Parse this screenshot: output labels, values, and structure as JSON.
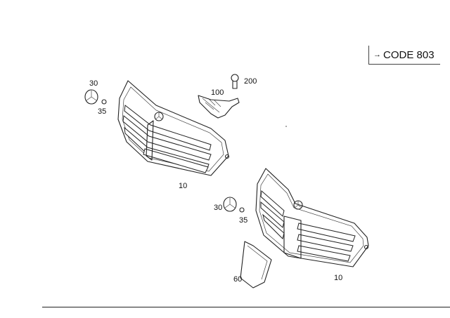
{
  "code_box": {
    "arrow": "→",
    "text": "CODE 803"
  },
  "labels": {
    "l30a": "30",
    "l35a": "35",
    "l10a": "10",
    "l100": "100",
    "l200": "200",
    "l30b": "30",
    "l35b": "35",
    "l60": "60",
    "l10b": "10"
  },
  "colors": {
    "line": "#222222",
    "background": "#ffffff"
  }
}
